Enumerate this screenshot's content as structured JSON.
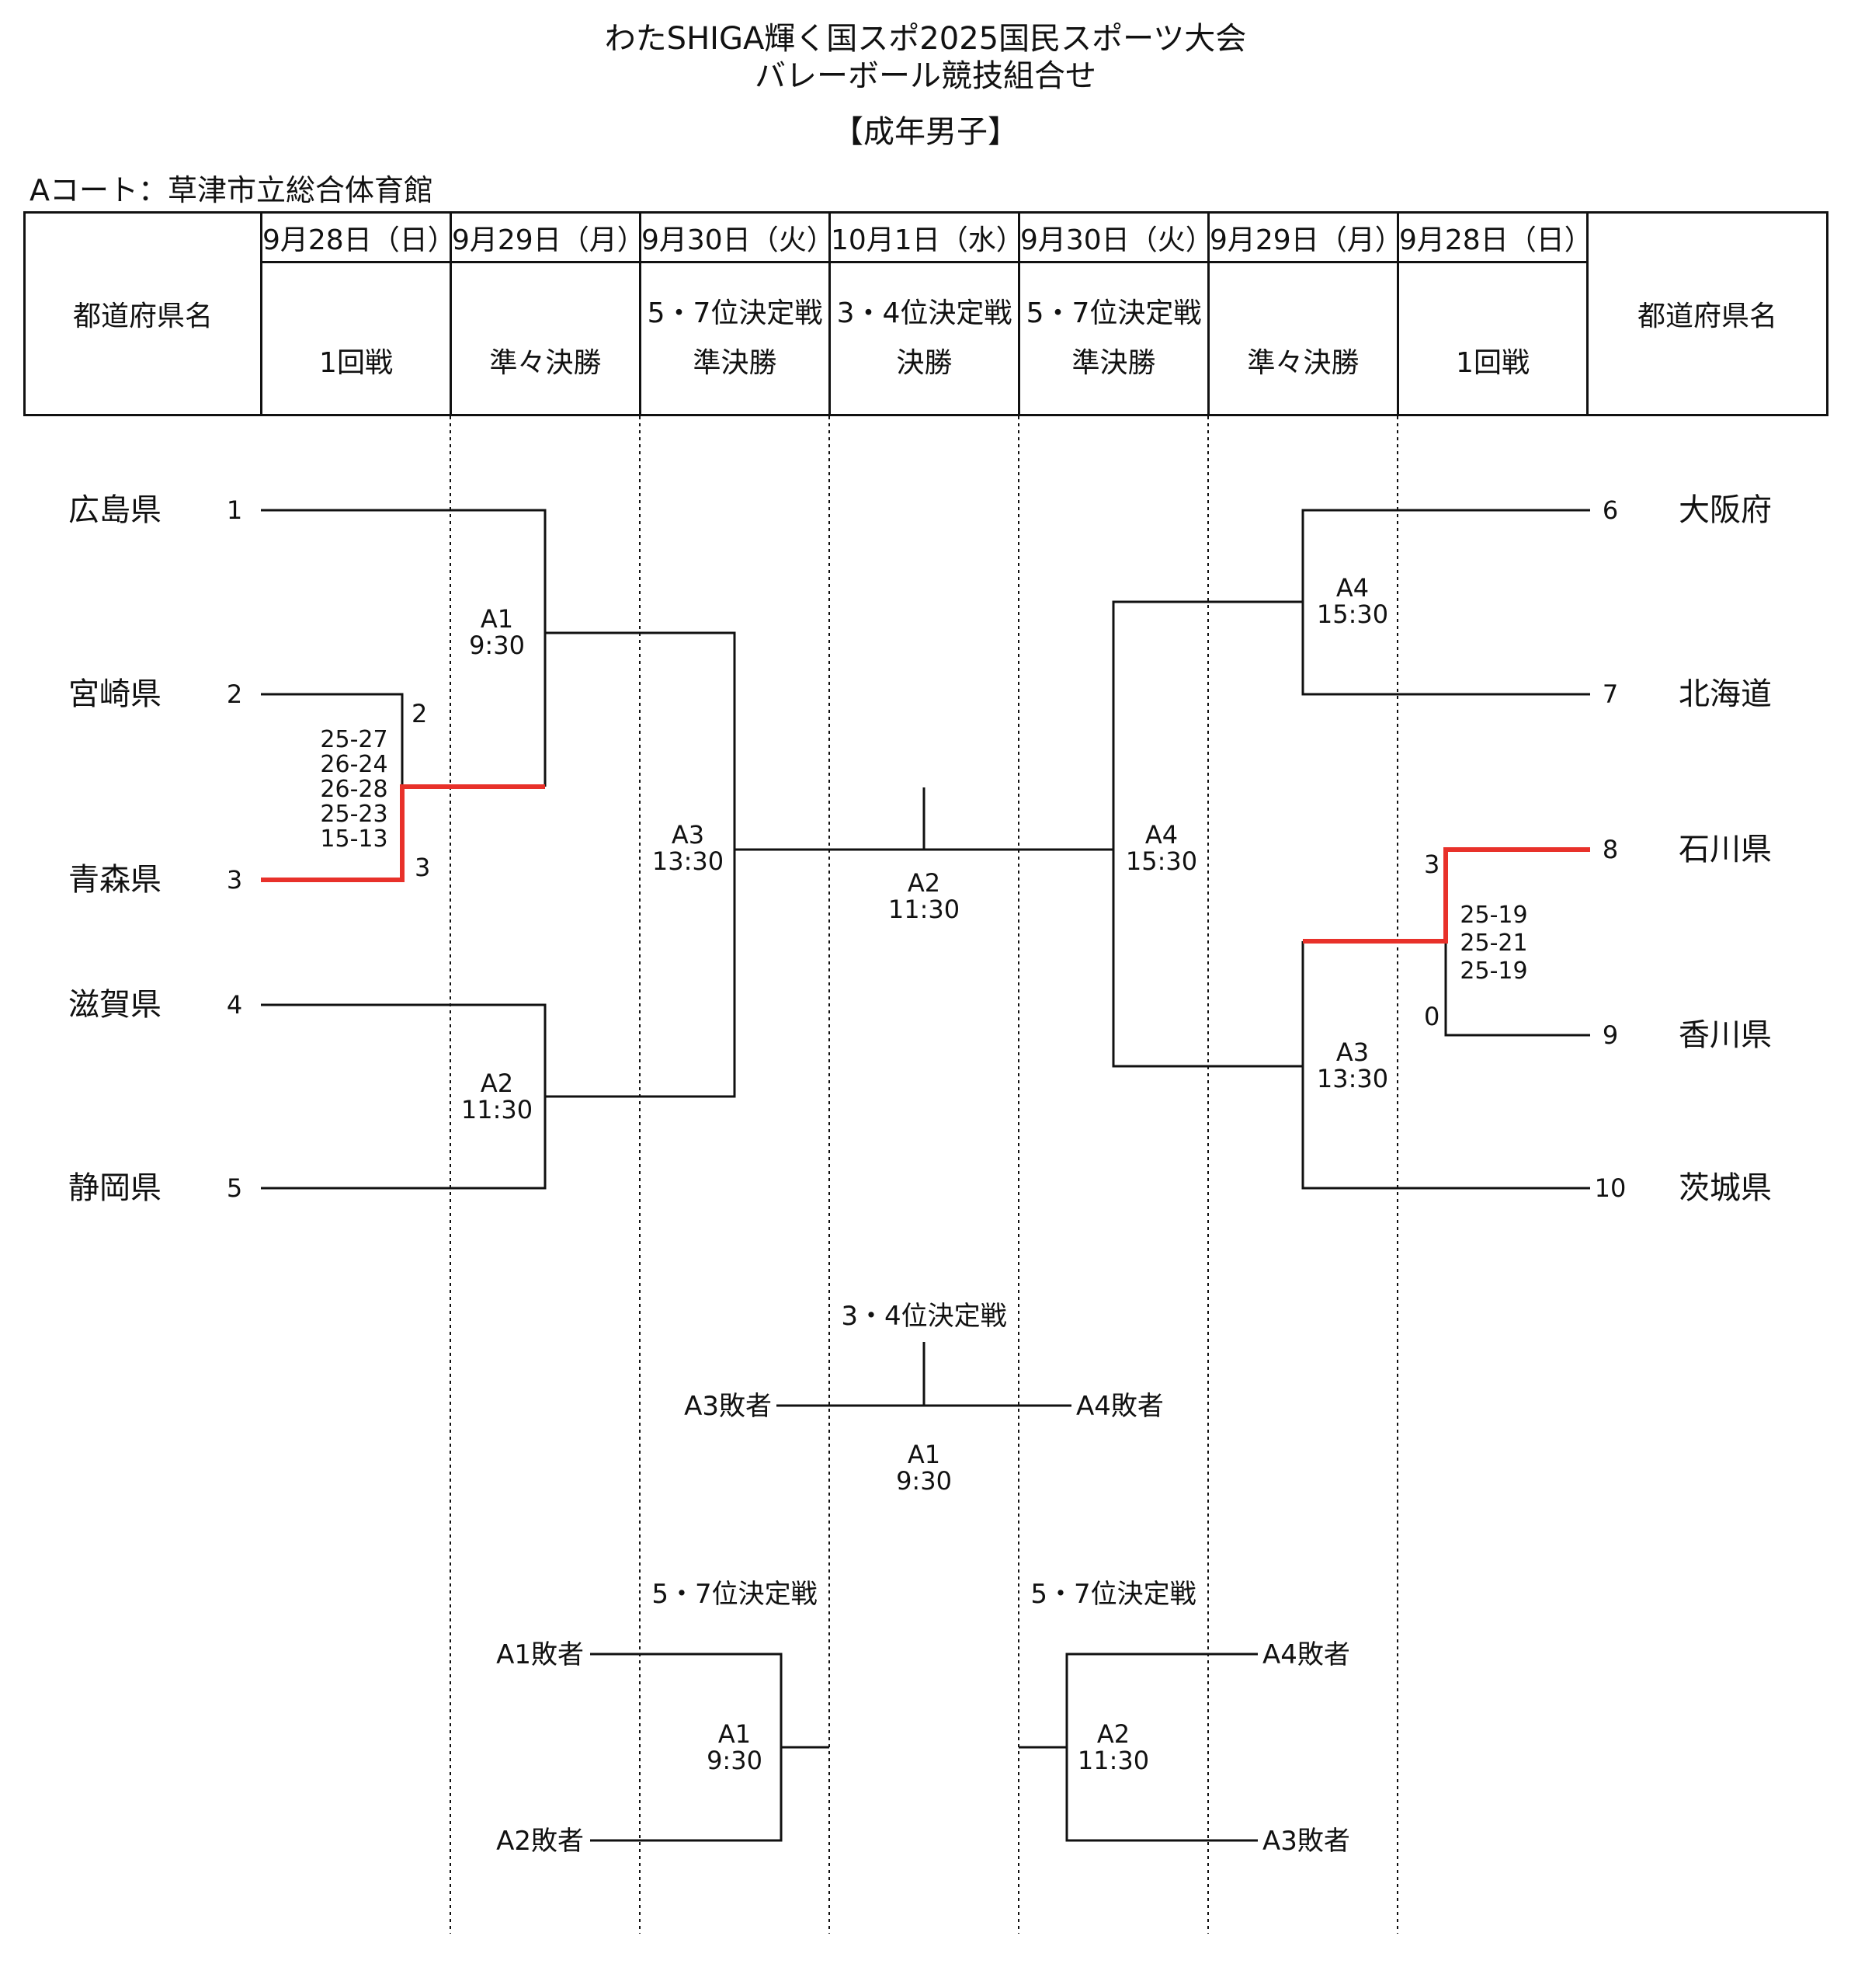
{
  "header": {
    "title_line1": "わたSHIGA輝く国スポ2025国民スポーツ大会",
    "title_line2": "バレーボール競技組合せ",
    "subtitle": "【成年男子】",
    "court": "Aコート：草津市立総合体育館"
  },
  "columns": {
    "pref_label": "都道府県名",
    "dates": [
      "9月28日（日）",
      "9月29日（月）",
      "9月30日（火）",
      "10月1日（水）",
      "9月30日（火）",
      "9月29日（月）",
      "9月28日（日）"
    ],
    "rounds": [
      {
        "line1": "",
        "line2": "1回戦"
      },
      {
        "line1": "",
        "line2": "準々決勝"
      },
      {
        "line1": "5・7位決定戦",
        "line2": "準決勝"
      },
      {
        "line1": "3・4位決定戦",
        "line2": "決勝"
      },
      {
        "line1": "5・7位決定戦",
        "line2": "準決勝"
      },
      {
        "line1": "",
        "line2": "準々決勝"
      },
      {
        "line1": "",
        "line2": "1回戦"
      }
    ]
  },
  "teams_left": [
    {
      "name": "広島県",
      "seed": "1"
    },
    {
      "name": "宮崎県",
      "seed": "2"
    },
    {
      "name": "青森県",
      "seed": "3"
    },
    {
      "name": "滋賀県",
      "seed": "4"
    },
    {
      "name": "静岡県",
      "seed": "5"
    }
  ],
  "teams_right": [
    {
      "name": "大阪府",
      "seed": "6"
    },
    {
      "name": "北海道",
      "seed": "7"
    },
    {
      "name": "石川県",
      "seed": "8"
    },
    {
      "name": "香川県",
      "seed": "9"
    },
    {
      "name": "茨城県",
      "seed": "10"
    }
  ],
  "results": {
    "left_r1": {
      "top_sets": "2",
      "bottom_sets": "3",
      "scores": [
        "25-27",
        "26-24",
        "26-28",
        "25-23",
        "15-13"
      ]
    },
    "right_r1": {
      "top_sets": "3",
      "bottom_sets": "0",
      "scores": [
        "25-19",
        "25-21",
        "25-19"
      ]
    }
  },
  "matches": {
    "left_qf1": {
      "id": "A1",
      "time": "9:30"
    },
    "left_qf2": {
      "id": "A2",
      "time": "11:30"
    },
    "left_sf": {
      "id": "A3",
      "time": "13:30"
    },
    "final": {
      "id": "A2",
      "time": "11:30"
    },
    "right_sf": {
      "id": "A4",
      "time": "15:30"
    },
    "right_qf1": {
      "id": "A4",
      "time": "15:30"
    },
    "right_qf2": {
      "id": "A3",
      "time": "13:30"
    }
  },
  "third_place": {
    "title": "3・4位決定戦",
    "left": "A3敗者",
    "right": "A4敗者",
    "id": "A1",
    "time": "9:30"
  },
  "fifth_left": {
    "title": "5・7位決定戦",
    "top": "A1敗者",
    "bottom": "A2敗者",
    "id": "A1",
    "time": "9:30"
  },
  "fifth_right": {
    "title": "5・7位決定戦",
    "top": "A4敗者",
    "bottom": "A3敗者",
    "id": "A2",
    "time": "11:30"
  },
  "colors": {
    "line": "#111111",
    "winner": "#e8312a"
  }
}
